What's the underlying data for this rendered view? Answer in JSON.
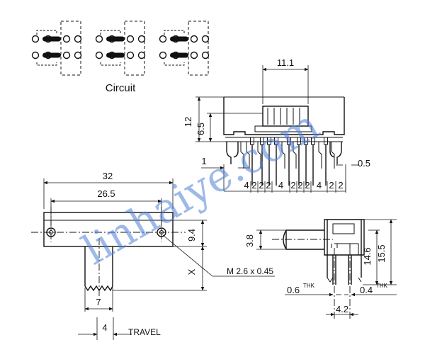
{
  "circuit": {
    "caption": "Circuit"
  },
  "top_view": {
    "width_dim": "11.1",
    "height_dim": "12",
    "sub_height_dim": "6.5",
    "left_pin_dim": "1",
    "right_pin_dim": "0.5",
    "pitch_labels": [
      "4",
      "2",
      "2",
      "2",
      "4",
      "2",
      "2",
      "2",
      "4",
      "2",
      "2"
    ]
  },
  "front_view": {
    "overall_length": "32",
    "mount_pitch": "26.5",
    "body_height": "9.4",
    "handle_var": "X",
    "screw": "M 2.6 x 0.45",
    "handle_width": "7",
    "travel_value": "4",
    "travel_label": "TRAVEL"
  },
  "side_view": {
    "handle_height": "3.8",
    "dim_a": "14.6",
    "dim_b": "15.5",
    "thk_left": "0.6",
    "thk_right": "0.4",
    "thk_suffix": "THK",
    "pin_span": "4.2"
  },
  "watermark": "linhaiye.com"
}
